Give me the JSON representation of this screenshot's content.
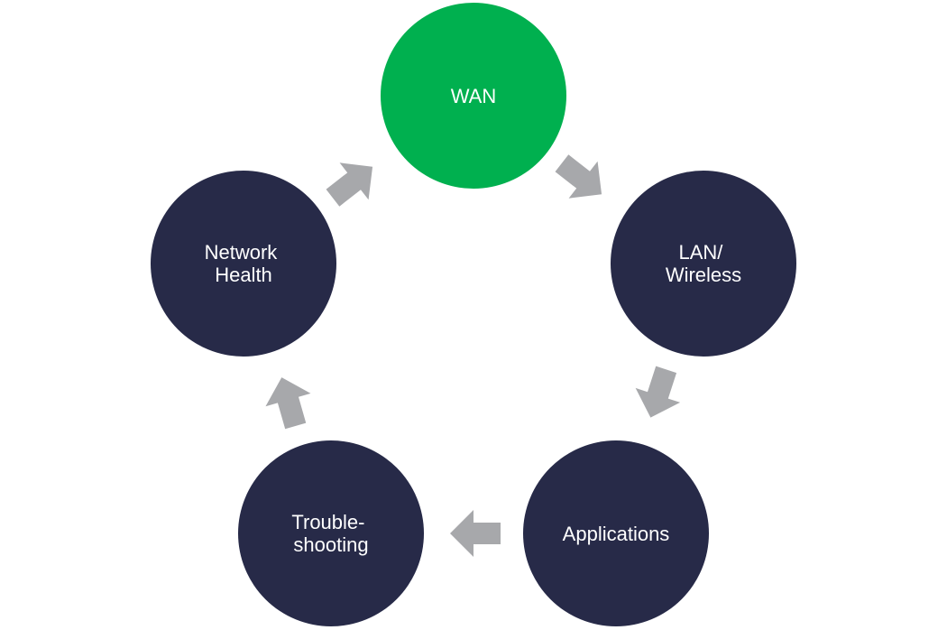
{
  "colors": {
    "active_node": "#00b04f",
    "node": "#272a48",
    "arrow": "#a7a8ab",
    "label": "#ffffff",
    "background": "#ffffff"
  },
  "nodes": [
    {
      "id": "wan",
      "lines": [
        "WAN"
      ],
      "active": true
    },
    {
      "id": "lan-wireless",
      "lines": [
        "LAN/",
        "Wireless"
      ],
      "active": false
    },
    {
      "id": "applications",
      "lines": [
        "Applications"
      ],
      "active": false
    },
    {
      "id": "troubleshooting",
      "lines": [
        "Trouble-",
        "shooting"
      ],
      "active": false
    },
    {
      "id": "network-health",
      "lines": [
        "Network",
        "Health"
      ],
      "active": false
    }
  ],
  "flow": [
    "wan",
    "lan-wireless",
    "applications",
    "troubleshooting",
    "network-health",
    "wan"
  ]
}
